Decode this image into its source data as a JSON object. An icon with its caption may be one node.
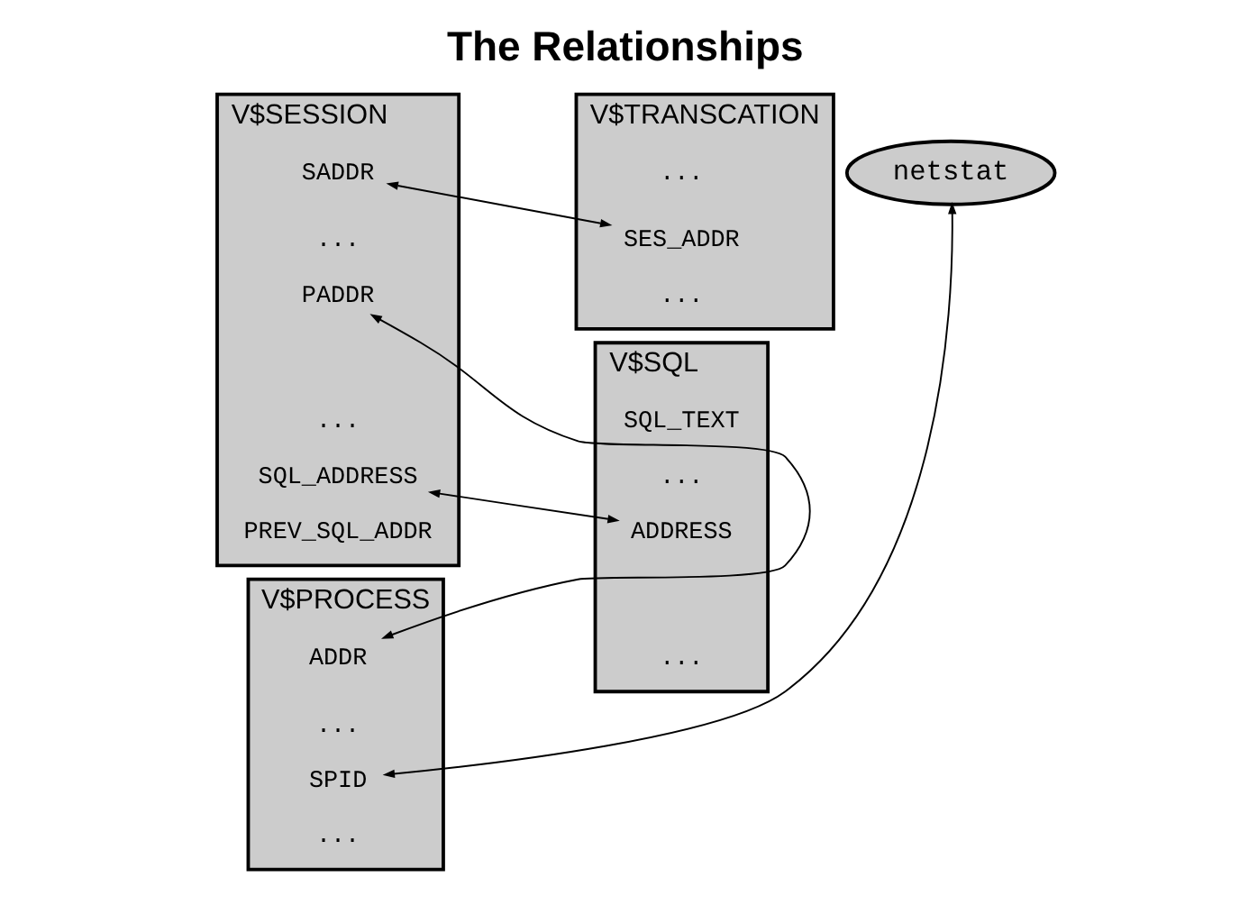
{
  "diagram": {
    "title": "The Relationships",
    "nodes": [
      {
        "text": [
          "V$SESSION"
        ]
      },
      {
        "text": [
          "SADDR"
        ],
        "in": 0
      },
      {
        "text": [
          "..."
        ],
        "in": 0
      },
      {
        "text": [
          "PADDR"
        ],
        "in": 0
      },
      {
        "text": [
          "..."
        ],
        "in": 0
      },
      {
        "text": [
          "SQL_ADDRESS"
        ],
        "in": 0
      },
      {
        "text": [
          "PREV_SQL_ADDR"
        ],
        "in": 0
      },
      {
        "text": [
          "V$TRANSCATION"
        ]
      },
      {
        "text": [
          "..."
        ],
        "in": 7
      },
      {
        "text": [
          "SES_ADDR"
        ],
        "in": 7
      },
      {
        "text": [
          "..."
        ],
        "in": 7
      },
      {
        "text": [
          "V$PROCESS"
        ]
      },
      {
        "text": [
          "ADDR"
        ],
        "in": 11
      },
      {
        "text": [
          "..."
        ],
        "in": 11
      },
      {
        "text": [
          "SPID"
        ],
        "in": 11
      },
      {
        "text": [
          "..."
        ],
        "in": 11
      },
      {
        "text": [
          "V$SQL"
        ]
      },
      {
        "text": [
          "SQL_TEXT"
        ],
        "in": 16
      },
      {
        "text": [
          "..."
        ],
        "in": 16
      },
      {
        "text": [
          "ADDRESS"
        ],
        "in": 16
      },
      {
        "text": [
          "..."
        ],
        "in": 16
      },
      {
        "text": [
          "netstat"
        ]
      }
    ],
    "edges": [
      {
        "from": 9,
        "to": 1,
        "arrow": "both"
      },
      {
        "from": 3,
        "to": 12,
        "arrow": "both"
      },
      {
        "from": 5,
        "to": 19,
        "arrow": "both"
      },
      {
        "from": 14,
        "to": 21,
        "arrow": "both"
      }
    ]
  }
}
